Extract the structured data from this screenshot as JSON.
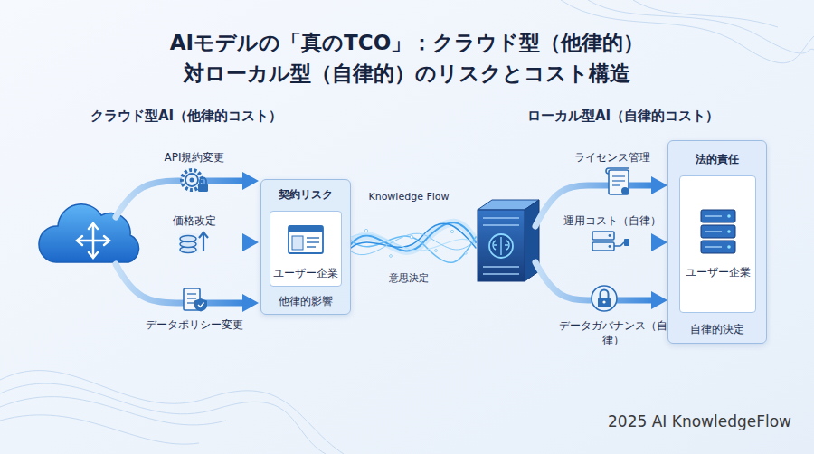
{
  "diagram": {
    "title": "AIモデルの「真のTCO」：クラウド型（他律的） 対ローカル型（自律的）のリスクとコスト構造",
    "nodes": [
      {
        "text": [
          "契約リスク",
          "他律的影響"
        ]
      },
      {
        "text": [
          "ユーザー企業"
        ],
        "in": 0
      },
      {
        "text": [
          "法的責任",
          "自律的決定"
        ]
      },
      {
        "text": [
          "ユーザー企業"
        ],
        "in": 2
      }
    ],
    "labels": [
      "クラウド型AI（他律的コスト）",
      "API規約変更",
      "価格改定",
      "データポリシー変更",
      "Knowledge Flow",
      "意思決定",
      "ローカル型AI（自律的コスト）",
      "ライセンス管理",
      "運用コスト（自律）",
      "データガバナンス（自律）",
      "2025 AI KnowledgeFlow"
    ]
  }
}
